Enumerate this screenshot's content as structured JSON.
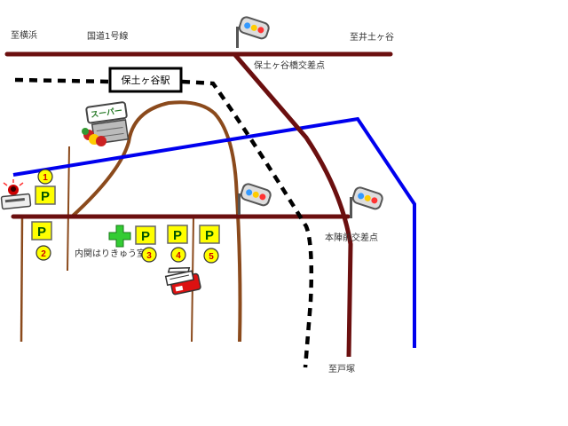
{
  "labels": {
    "to_yokohama": "至横浜",
    "route1": "国道1号線",
    "to_idogaya": "至井土ヶ谷",
    "hodogaya_bashi": "保土ヶ谷橋交差点",
    "station": "保土ヶ谷駅",
    "honjinmae": "本陣前交差点",
    "clinic": "内関はりきゅう室",
    "to_totsuka": "至戸塚"
  },
  "supermarket": {
    "sign": "スーパー"
  },
  "parking": [
    {
      "mark": "P",
      "number": "1"
    },
    {
      "mark": "P",
      "number": "2"
    },
    {
      "mark": "P",
      "number": "3"
    },
    {
      "mark": "P",
      "number": "4"
    },
    {
      "mark": "P",
      "number": "5"
    }
  ],
  "colors": {
    "road_main": "#6b0f0f",
    "road_side": "#8b4a1c",
    "river": "#0000ee",
    "railway": "#000000",
    "parking_fill": "#ffff00",
    "cross": "#33cc33"
  },
  "icons": {
    "traffic_light": "traffic-light-icon",
    "supermarket": "supermarket-icon",
    "police": "police-car-icon",
    "shop": "shop-icon",
    "clinic": "medical-cross-icon"
  }
}
